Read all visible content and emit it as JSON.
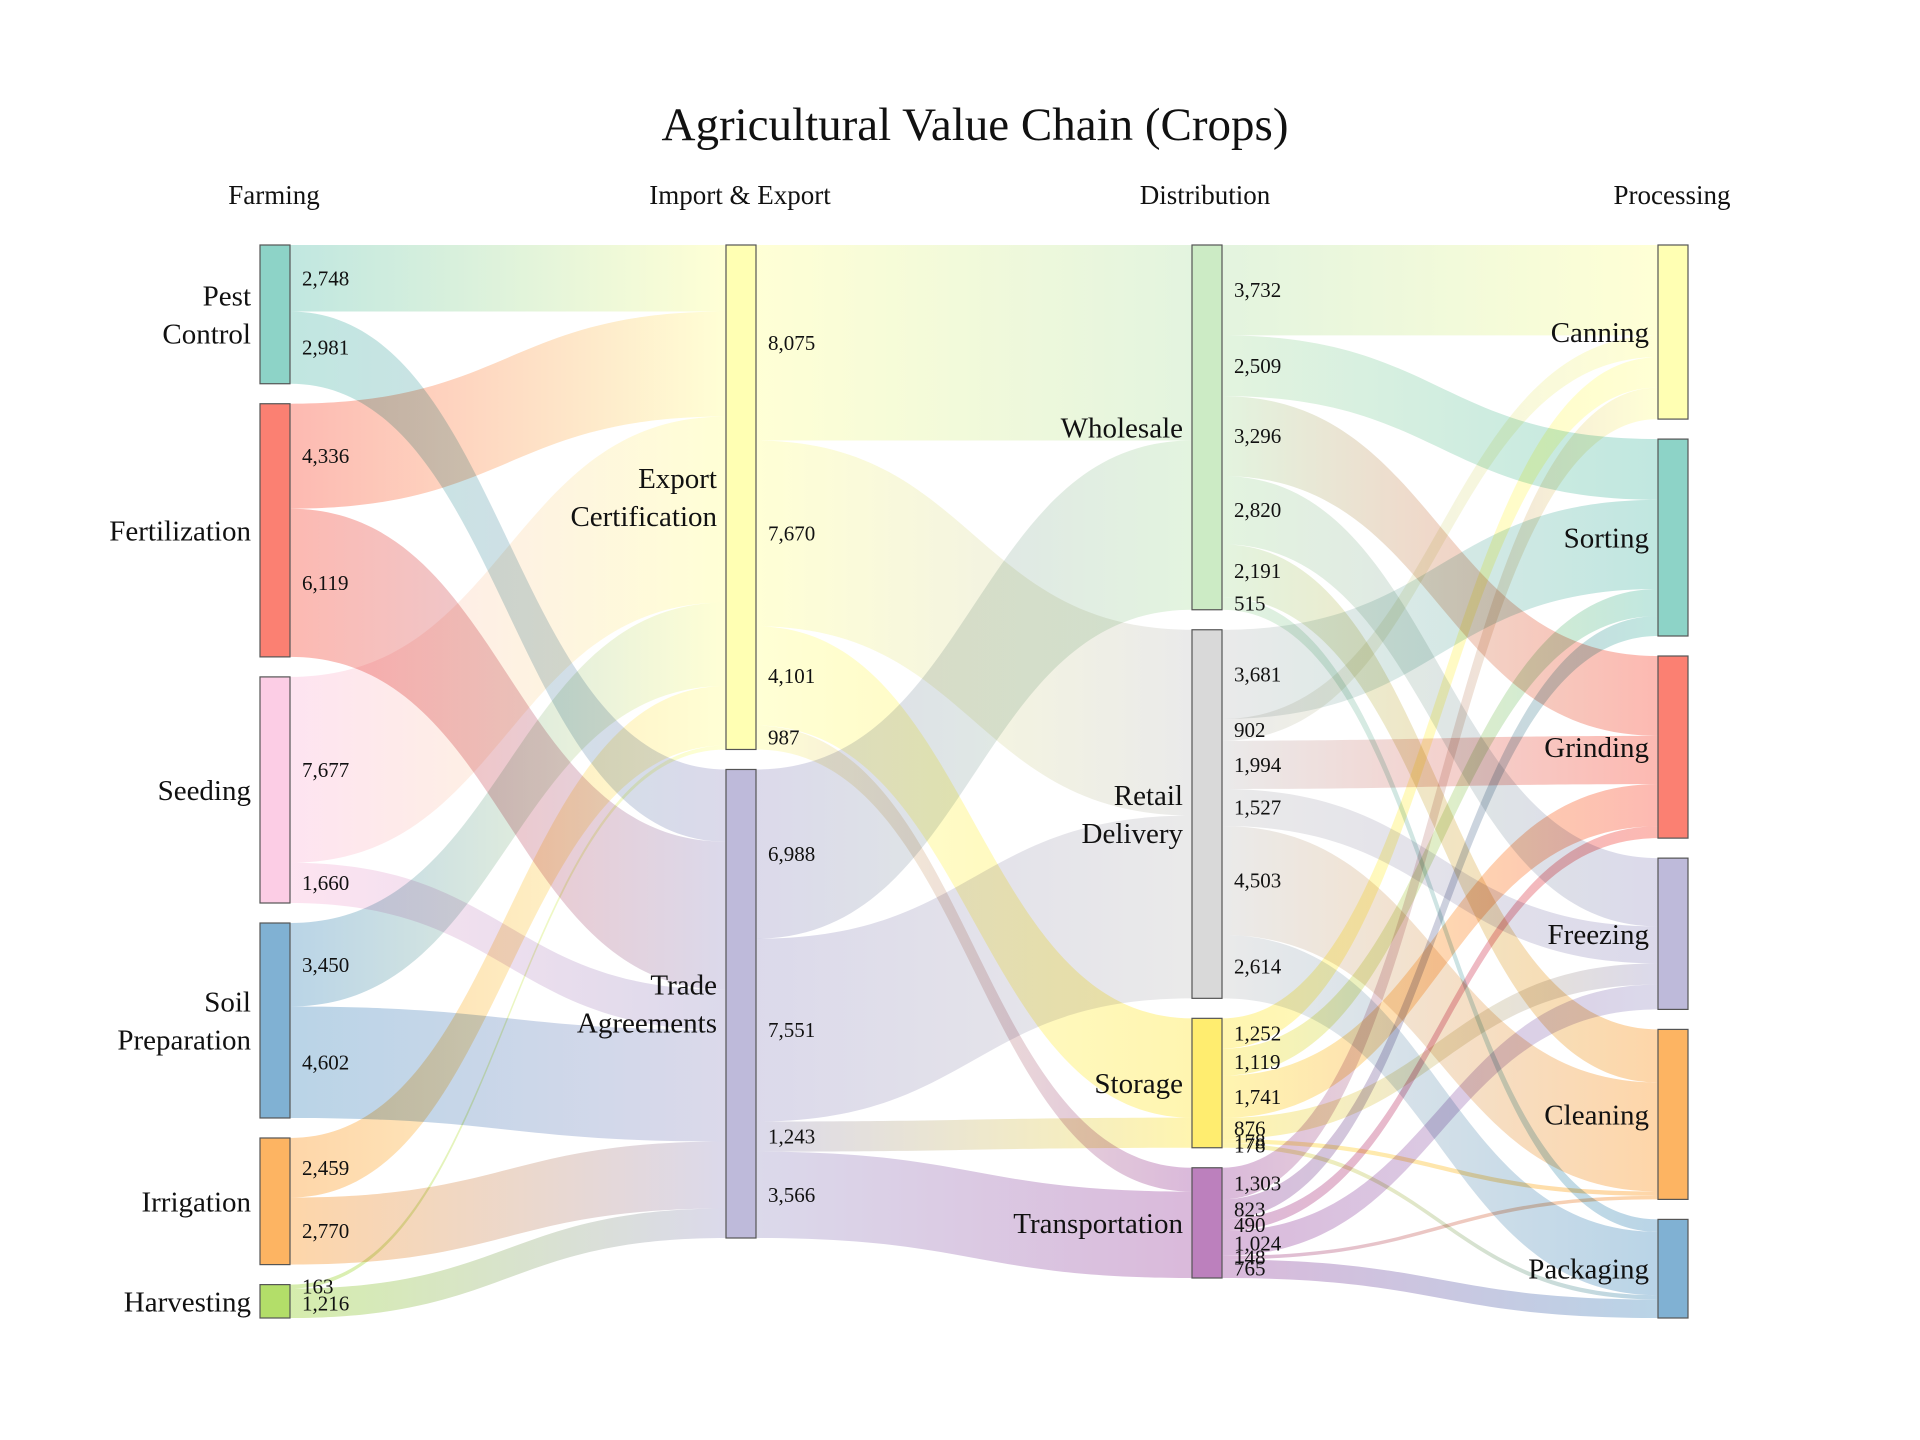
{
  "chart_data": {
    "type": "sankey",
    "title": "Agricultural Value Chain (Crops)",
    "stages": [
      "Farming",
      "Import & Export",
      "Distribution",
      "Processing"
    ],
    "nodes": [
      {
        "id": "pest",
        "label": "Pest Control",
        "lines": [
          "Pest",
          "Control"
        ],
        "stage": 0,
        "color": "#8dd3c7"
      },
      {
        "id": "fert",
        "label": "Fertilization",
        "lines": [
          "Fertilization"
        ],
        "stage": 0,
        "color": "#fb8072"
      },
      {
        "id": "seed",
        "label": "Seeding",
        "lines": [
          "Seeding"
        ],
        "stage": 0,
        "color": "#fccde5"
      },
      {
        "id": "soil",
        "label": "Soil Preparation",
        "lines": [
          "Soil",
          "Preparation"
        ],
        "stage": 0,
        "color": "#80b1d3"
      },
      {
        "id": "irr",
        "label": "Irrigation",
        "lines": [
          "Irrigation"
        ],
        "stage": 0,
        "color": "#fdb462"
      },
      {
        "id": "harv",
        "label": "Harvesting",
        "lines": [
          "Harvesting"
        ],
        "stage": 0,
        "color": "#b3de69"
      },
      {
        "id": "exp",
        "label": "Export Certification",
        "lines": [
          "Export",
          "Certification"
        ],
        "stage": 1,
        "color": "#ffffb3"
      },
      {
        "id": "trade",
        "label": "Trade Agreements",
        "lines": [
          "Trade",
          "Agreements"
        ],
        "stage": 1,
        "color": "#bebada"
      },
      {
        "id": "whole",
        "label": "Wholesale",
        "lines": [
          "Wholesale"
        ],
        "stage": 2,
        "color": "#ccebc5"
      },
      {
        "id": "retail",
        "label": "Retail Delivery",
        "lines": [
          "Retail",
          "Delivery"
        ],
        "stage": 2,
        "color": "#d9d9d9"
      },
      {
        "id": "stor",
        "label": "Storage",
        "lines": [
          "Storage"
        ],
        "stage": 2,
        "color": "#ffed6f"
      },
      {
        "id": "trans",
        "label": "Transportation",
        "lines": [
          "Transportation"
        ],
        "stage": 2,
        "color": "#bc80bd"
      },
      {
        "id": "can",
        "label": "Canning",
        "lines": [
          "Canning"
        ],
        "stage": 3,
        "color": "#ffffb3"
      },
      {
        "id": "sort",
        "label": "Sorting",
        "lines": [
          "Sorting"
        ],
        "stage": 3,
        "color": "#8dd3c7"
      },
      {
        "id": "grind",
        "label": "Grinding",
        "lines": [
          "Grinding"
        ],
        "stage": 3,
        "color": "#fb8072"
      },
      {
        "id": "freeze",
        "label": "Freezing",
        "lines": [
          "Freezing"
        ],
        "stage": 3,
        "color": "#bebada"
      },
      {
        "id": "clean",
        "label": "Cleaning",
        "lines": [
          "Cleaning"
        ],
        "stage": 3,
        "color": "#fdb462"
      },
      {
        "id": "pack",
        "label": "Packaging",
        "lines": [
          "Packaging"
        ],
        "stage": 3,
        "color": "#80b1d3"
      }
    ],
    "links": [
      {
        "source": "pest",
        "target": "exp",
        "value": 2748,
        "label": "2,748"
      },
      {
        "source": "pest",
        "target": "trade",
        "value": 2981,
        "label": "2,981"
      },
      {
        "source": "fert",
        "target": "exp",
        "value": 4336,
        "label": "4,336"
      },
      {
        "source": "fert",
        "target": "trade",
        "value": 6119,
        "label": "6,119"
      },
      {
        "source": "seed",
        "target": "exp",
        "value": 7677,
        "label": "7,677"
      },
      {
        "source": "seed",
        "target": "trade",
        "value": 1660,
        "label": "1,660"
      },
      {
        "source": "soil",
        "target": "exp",
        "value": 3450,
        "label": "3,450"
      },
      {
        "source": "soil",
        "target": "trade",
        "value": 4602,
        "label": "4,602"
      },
      {
        "source": "irr",
        "target": "exp",
        "value": 2459,
        "label": "2,459"
      },
      {
        "source": "irr",
        "target": "trade",
        "value": 2770,
        "label": "2,770"
      },
      {
        "source": "harv",
        "target": "exp",
        "value": 163,
        "label": "163"
      },
      {
        "source": "harv",
        "target": "trade",
        "value": 1216,
        "label": "1,216"
      },
      {
        "source": "exp",
        "target": "whole",
        "value": 8075,
        "label": "8,075"
      },
      {
        "source": "exp",
        "target": "retail",
        "value": 7670,
        "label": "7,670"
      },
      {
        "source": "exp",
        "target": "stor",
        "value": 4101,
        "label": "4,101"
      },
      {
        "source": "exp",
        "target": "trans",
        "value": 987,
        "label": "987"
      },
      {
        "source": "trade",
        "target": "whole",
        "value": 6988,
        "label": "6,988"
      },
      {
        "source": "trade",
        "target": "retail",
        "value": 7551,
        "label": "7,551"
      },
      {
        "source": "trade",
        "target": "stor",
        "value": 1243,
        "label": "1,243"
      },
      {
        "source": "trade",
        "target": "trans",
        "value": 3566,
        "label": "3,566"
      },
      {
        "source": "whole",
        "target": "can",
        "value": 3732,
        "label": "3,732"
      },
      {
        "source": "whole",
        "target": "sort",
        "value": 2509,
        "label": "2,509"
      },
      {
        "source": "whole",
        "target": "grind",
        "value": 3296,
        "label": "3,296"
      },
      {
        "source": "whole",
        "target": "freeze",
        "value": 2820,
        "label": "2,820"
      },
      {
        "source": "whole",
        "target": "clean",
        "value": 2191,
        "label": "2,191"
      },
      {
        "source": "whole",
        "target": "pack",
        "value": 515,
        "label": "515"
      },
      {
        "source": "retail",
        "target": "sort",
        "value": 3681,
        "label": "3,681"
      },
      {
        "source": "retail",
        "target": "can",
        "value": 902,
        "label": "902"
      },
      {
        "source": "retail",
        "target": "grind",
        "value": 1994,
        "label": "1,994"
      },
      {
        "source": "retail",
        "target": "freeze",
        "value": 1527,
        "label": "1,527"
      },
      {
        "source": "retail",
        "target": "clean",
        "value": 4503,
        "label": "4,503"
      },
      {
        "source": "retail",
        "target": "pack",
        "value": 2614,
        "label": "2,614"
      },
      {
        "source": "stor",
        "target": "can",
        "value": 1252,
        "label": "1,252"
      },
      {
        "source": "stor",
        "target": "sort",
        "value": 1119,
        "label": "1,119"
      },
      {
        "source": "stor",
        "target": "grind",
        "value": 1741,
        "label": "1,741"
      },
      {
        "source": "stor",
        "target": "freeze",
        "value": 876,
        "label": "876"
      },
      {
        "source": "stor",
        "target": "clean",
        "value": 178,
        "label": "178"
      },
      {
        "source": "stor",
        "target": "pack",
        "value": 178,
        "label": "178"
      },
      {
        "source": "trans",
        "target": "can",
        "value": 1303,
        "label": "1,303"
      },
      {
        "source": "trans",
        "target": "sort",
        "value": 823,
        "label": "823"
      },
      {
        "source": "trans",
        "target": "grind",
        "value": 490,
        "label": "490"
      },
      {
        "source": "trans",
        "target": "freeze",
        "value": 1024,
        "label": "1,024"
      },
      {
        "source": "trans",
        "target": "clean",
        "value": 148,
        "label": "148"
      },
      {
        "source": "trans",
        "target": "pack",
        "value": 765,
        "label": "765"
      }
    ]
  }
}
